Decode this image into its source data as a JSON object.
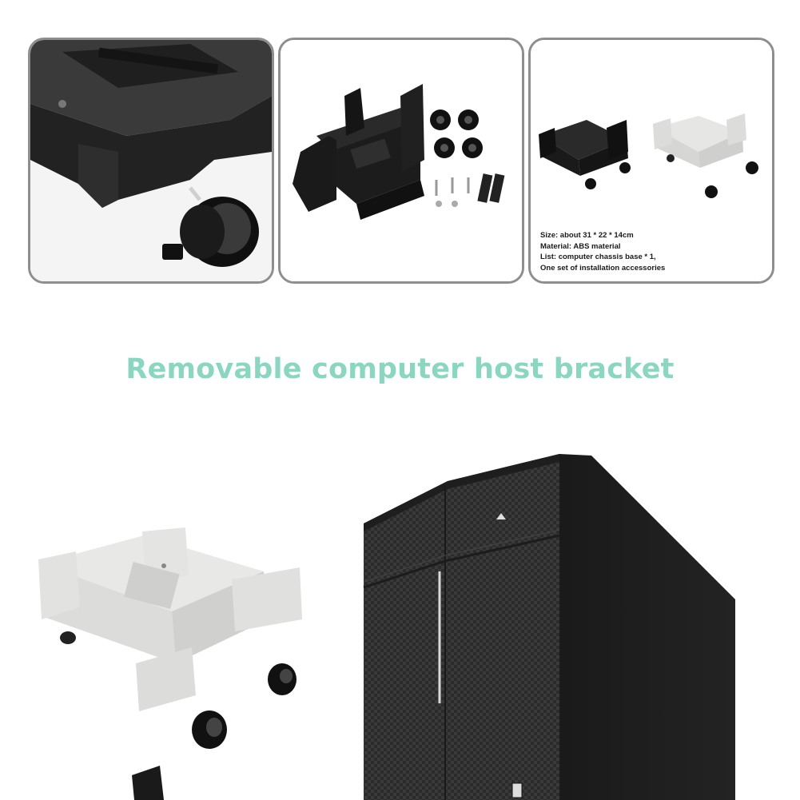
{
  "thumbnails": [
    {
      "subject": "caster-wheel-closeup"
    },
    {
      "subject": "black-bracket-with-accessories"
    },
    {
      "subject": "black-and-white-brackets",
      "spec_lines": [
        "Size: about 31 * 22 * 14cm",
        "Material: ABS material",
        "List: computer chassis base * 1,",
        "One set of installation accessories"
      ]
    }
  ],
  "headline": "Removable computer host bracket",
  "colors": {
    "headline": "#8ad6c1",
    "thumb_border": "#8e8e8e",
    "bracket_black": "#1c1c1c",
    "bracket_white": "#e4e4e2",
    "tower_carbon": "#2a2a2a"
  }
}
